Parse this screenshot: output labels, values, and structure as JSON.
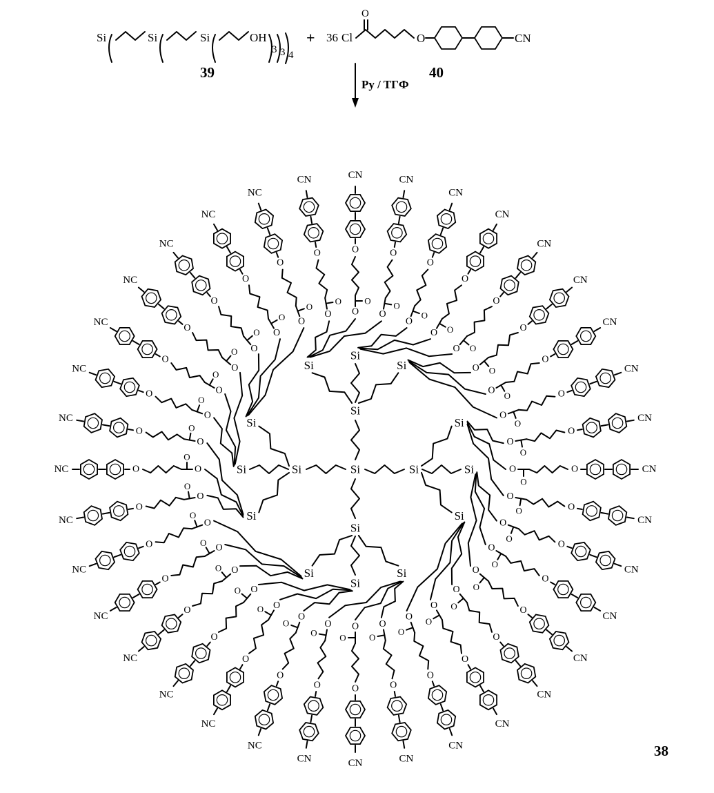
{
  "reaction": {
    "reactant1": {
      "atoms": {
        "si1": "Si",
        "si2": "Si",
        "si3": "Si",
        "oh": "OH"
      },
      "subscripts": {
        "inner": "3",
        "middle": "3",
        "outer": "4"
      },
      "label": "39"
    },
    "plus": "+",
    "reactant2": {
      "coefficient": "36",
      "cl": "Cl",
      "carbonyl_o": "O",
      "ether_o": "O",
      "cn": "CN",
      "label": "40"
    },
    "conditions": "Py / TГФ"
  },
  "product": {
    "label": "38",
    "core_atom": "Si",
    "branch_atom": "Si",
    "ester_atom": "O",
    "terminal_group": "CN",
    "terminal_group_left": "NC",
    "arm_count": 36
  }
}
